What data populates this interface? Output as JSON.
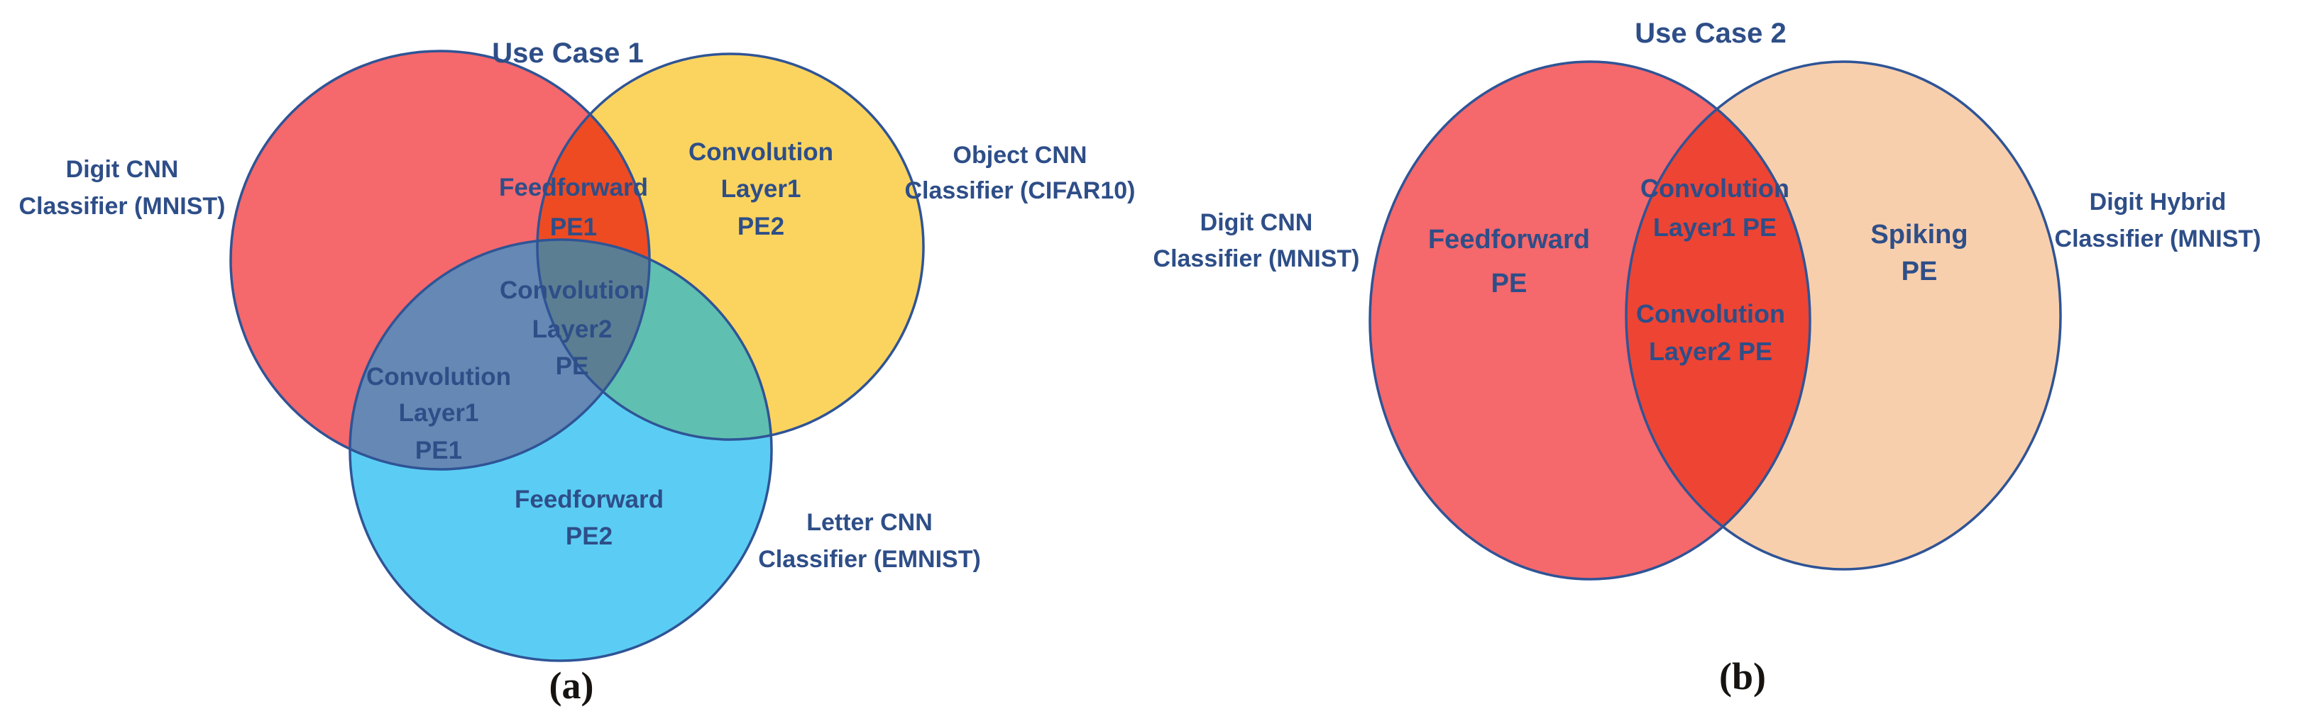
{
  "colors": {
    "text_blue": "#2E4E88",
    "caption_black": "#161310",
    "outline_navy": "#2F5496",
    "venn_a": {
      "red": "#F5686B",
      "yellow": "#FBD45F",
      "blue": "#5BCDF4",
      "red_yellow": "#EE4B22",
      "red_blue": "#6588B4",
      "yellow_blue": "#5FBFB0",
      "triple": "#5B7E93"
    },
    "venn_b": {
      "red": "#F5686B",
      "peach": "#F8CFAC",
      "overlap": "#EE4433"
    }
  },
  "venn_a": {
    "title": "Use Case 1",
    "caption": "(a)",
    "set_labels": {
      "red": [
        "Digit CNN",
        "Classifier (MNIST)"
      ],
      "yellow": [
        "Object CNN",
        "Classifier (CIFAR10)"
      ],
      "blue": [
        "Letter CNN",
        "Classifier (EMNIST)"
      ]
    },
    "region_labels": {
      "red_yellow": [
        "Feedforward",
        "PE1"
      ],
      "yellow_only": [
        "Convolution",
        "Layer1",
        "PE2"
      ],
      "triple": [
        "Convolution",
        "Layer2",
        "PE"
      ],
      "red_blue": [
        "Convolution",
        "Layer1",
        "PE1"
      ],
      "blue_only": [
        "Feedforward",
        "PE2"
      ]
    }
  },
  "venn_b": {
    "title": "Use Case 2",
    "caption": "(b)",
    "set_labels": {
      "red": [
        "Digit CNN",
        "Classifier (MNIST)"
      ],
      "peach": [
        "Digit Hybrid",
        "Classifier (MNIST)"
      ]
    },
    "region_labels": {
      "red_only": [
        "Feedforward",
        "PE"
      ],
      "overlap_top": [
        "Convolution",
        "Layer1 PE"
      ],
      "overlap_bottom": [
        "Convolution",
        "Layer2 PE"
      ],
      "peach_only": [
        "Spiking",
        "PE"
      ]
    }
  }
}
